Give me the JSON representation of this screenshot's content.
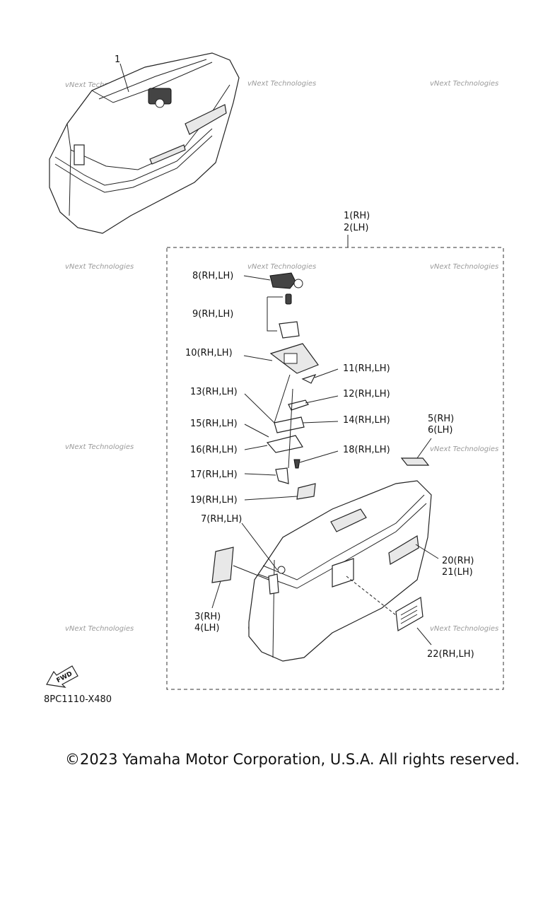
{
  "labels": {
    "p1_top": "1",
    "p1_rh": "1(RH)",
    "p2_lh": "2(LH)",
    "p8": "8(RH,LH)",
    "p9": "9(RH,LH)",
    "p10": "10(RH,LH)",
    "p11": "11(RH,LH)",
    "p12": "12(RH,LH)",
    "p13": "13(RH,LH)",
    "p14": "14(RH,LH)",
    "p15": "15(RH,LH)",
    "p16": "16(RH,LH)",
    "p17": "17(RH,LH)",
    "p18": "18(RH,LH)",
    "p19": "19(RH,LH)",
    "p5": "5(RH)",
    "p6": "6(LH)",
    "p7": "7(RH,LH)",
    "p3": "3(RH)",
    "p4": "4(LH)",
    "p20": "20(RH)",
    "p21": "21(LH)",
    "p22": "22(RH,LH)"
  },
  "fwd_label": "FWD",
  "diagram_code": "8PC1110-X480",
  "watermark_text": "vNext Technologies",
  "copyright": "©2023 Yamaha Motor Corporation, U.S.A. All rights reserved."
}
